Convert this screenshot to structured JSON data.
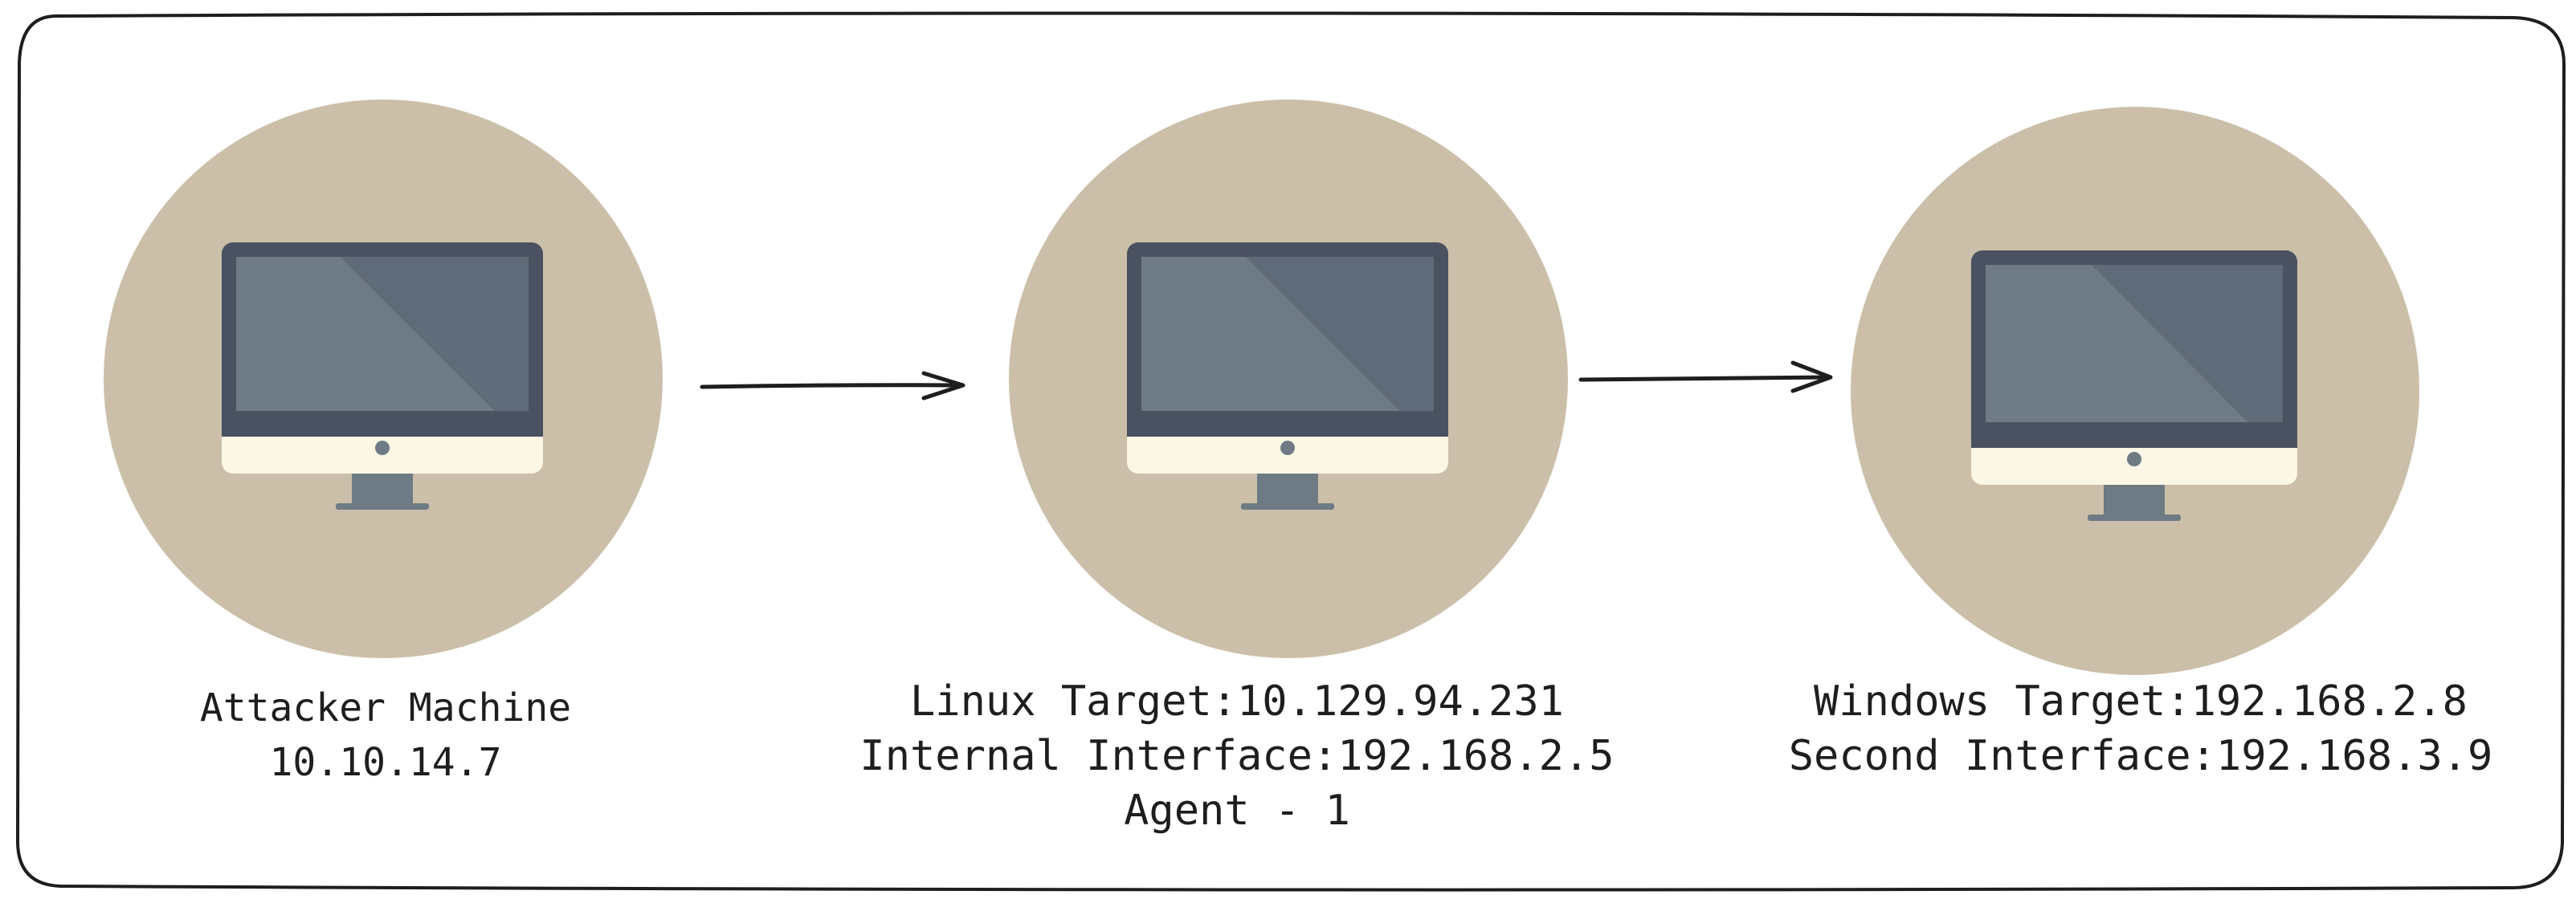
{
  "colors": {
    "circle": "#cbbfa9",
    "monitor_frame": "#4a5160",
    "screen_light": "#6e7b85",
    "screen_dark": "#5f6b78",
    "chin": "#fcf7e5",
    "stand": "#6e7b85",
    "stroke": "#1e1e1e"
  },
  "nodes": [
    {
      "id": "attacker",
      "icon": "desktop-monitor-icon",
      "lines": [
        "Attacker Machine",
        "10.10.14.7"
      ]
    },
    {
      "id": "linux",
      "icon": "desktop-monitor-icon",
      "lines": [
        "Linux Target:10.129.94.231",
        "Internal Interface:192.168.2.5",
        "Agent - 1"
      ]
    },
    {
      "id": "windows",
      "icon": "desktop-monitor-icon",
      "lines": [
        "Windows Target:192.168.2.8",
        "Second Interface:192.168.3.9"
      ]
    }
  ],
  "edges": [
    {
      "from": "attacker",
      "to": "linux"
    },
    {
      "from": "linux",
      "to": "windows"
    }
  ]
}
